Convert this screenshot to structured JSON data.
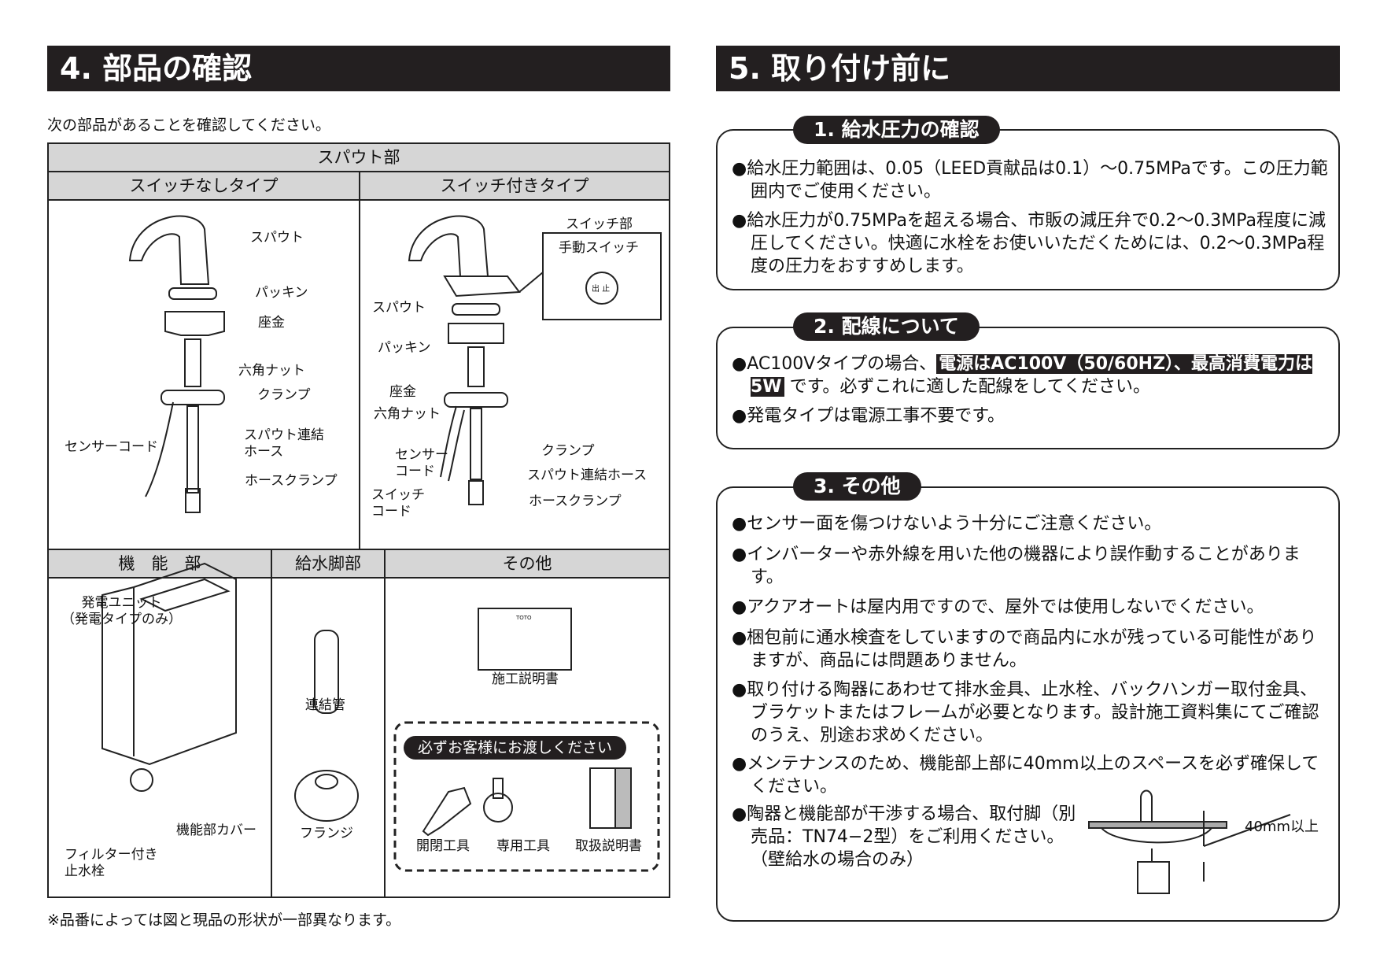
{
  "left": {
    "heading": "4. 部品の確認",
    "intro": "次の部品があることを確認してください。",
    "table": {
      "spout_header": "スパウト部",
      "col_no_switch": "スイッチなしタイプ",
      "col_switch": "スイッチ付きタイプ",
      "no_switch_labels": [
        "スパウト",
        "パッキン",
        "座金",
        "六角ナット",
        "クランプ",
        "センサーコード",
        "スパウト連結\nホース",
        "ホースクランプ"
      ],
      "switch_labels": {
        "switch_part": "スイッチ部",
        "manual_switch": "手動スイッチ",
        "switch_marks": "出 止",
        "spout": "スパウト",
        "packing": "パッキン",
        "washer": "座金",
        "hex_nut": "六角ナット",
        "sensor_cord": "センサー\nコード",
        "clamp": "クランプ",
        "hose": "スパウト連結ホース",
        "switch_cord": "スイッチ\nコード",
        "hose_clamp": "ホースクランプ"
      },
      "col_function": "機　能　部",
      "col_supply": "給水脚部",
      "col_other": "その他",
      "function_labels": {
        "generator": "発電ユニット\n（発電タイプのみ）",
        "cover": "機能部カバー",
        "valve": "フィルター付き\n止水栓"
      },
      "supply_labels": {
        "pipe": "連結管",
        "flange": "フランジ"
      },
      "other": {
        "install_manual": "施工説明書",
        "brand": "TOTO",
        "handover": "必ずお客様にお渡しください",
        "tool_open": "開閉工具",
        "tool_special": "専用工具",
        "user_manual": "取扱説明書"
      }
    },
    "footnote": "※品番によっては図と現品の形状が一部異なります。"
  },
  "right": {
    "heading": "5. 取り付け前に",
    "s1": {
      "title": "1. 給水圧力の確認",
      "items": [
        "●給水圧力範囲は、0.05（LEED貢献品は0.1）～0.75MPaです。この圧力範囲内でご使用ください。",
        "●給水圧力が0.75MPaを超える場合、市販の減圧弁で0.2～0.3MPa程度に減圧してください。快適に水栓をお使いいただくためには、0.2～0.3MPa程度の圧力をおすすめします。"
      ]
    },
    "s2": {
      "title": "2. 配線について",
      "item1_pre": "●AC100Vタイプの場合、",
      "item1_hl": "電源はAC100V（50/60HZ）、最高消費電力は5W",
      "item1_post": " です。必ずこれに適した配線をしてください。",
      "item2": "●発電タイプは電源工事不要です。"
    },
    "s3": {
      "title": "3. その他",
      "items": [
        "●センサー面を傷つけないよう十分にご注意ください。",
        "●インバーターや赤外線を用いた他の機器により誤作動することがあります。",
        "●アクアオートは屋内用ですので、屋外では使用しないでください。",
        "●梱包前に通水検査をしていますので商品内に水が残っている可能性がありますが、商品には問題ありません。",
        "●取り付ける陶器にあわせて排水金具、止水栓、バックハンガー取付金具、ブラケットまたはフレームが必要となります。設計施工資料集にてご確認のうえ、別途お求めください。",
        "●メンテナンスのため、機能部上部に40mm以上のスペースを必ず確保してください。",
        "●陶器と機能部が干渉する場合、取付脚（別売品：TN74−2型）をご利用ください。（壁給水の場合のみ）"
      ],
      "clearance": "40mm以上"
    }
  }
}
